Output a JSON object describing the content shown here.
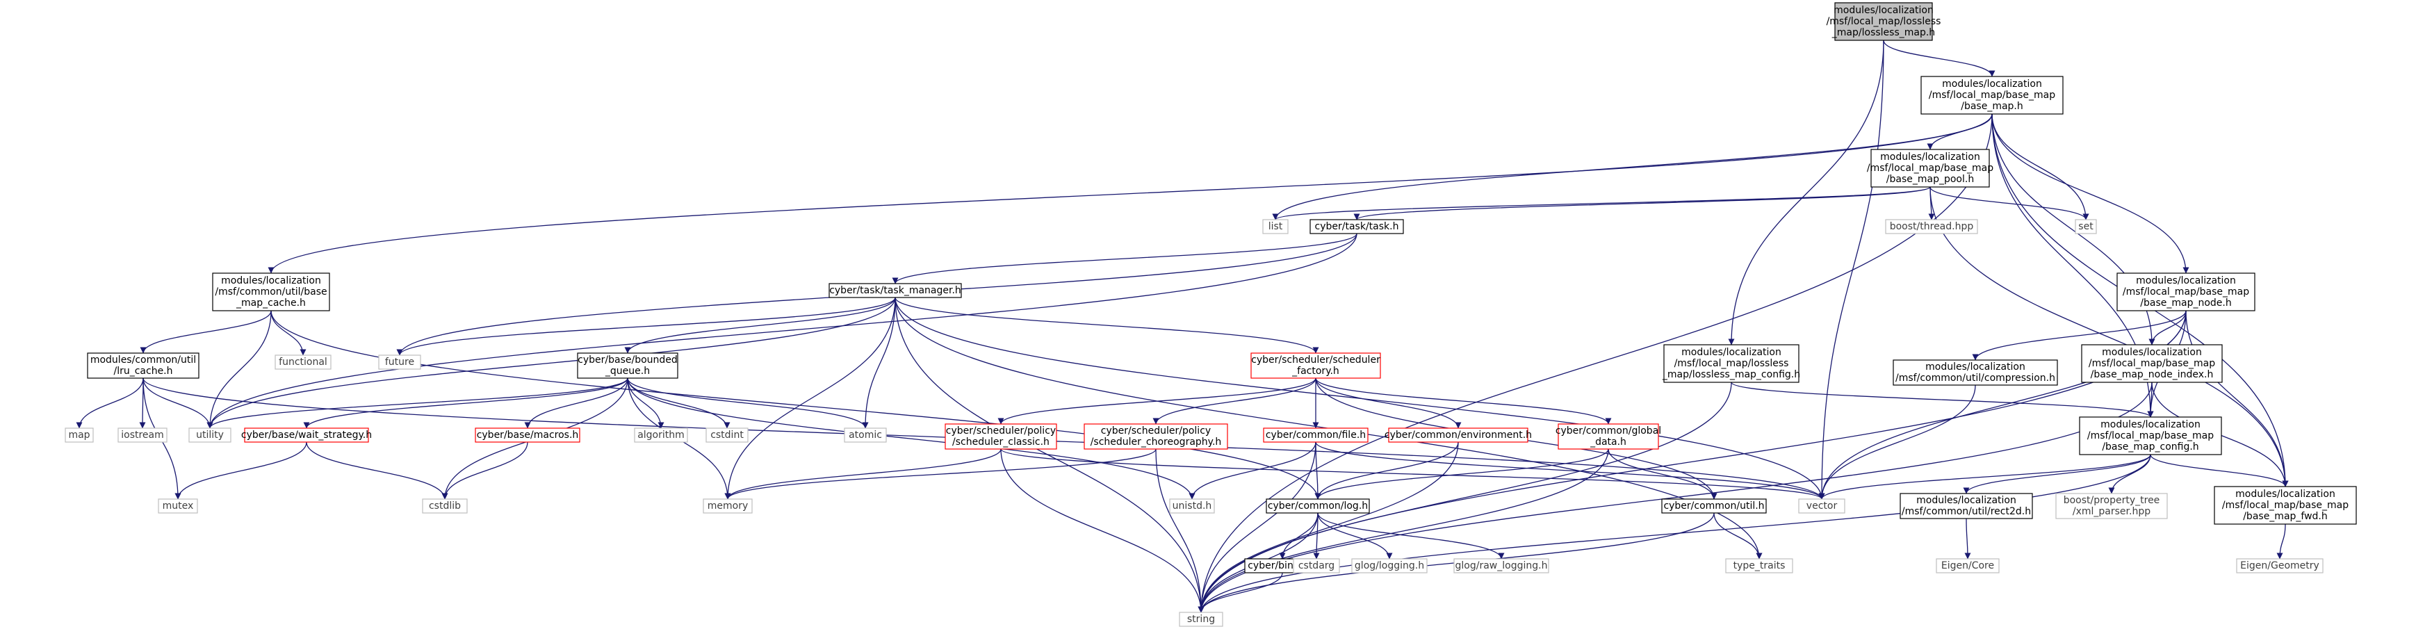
{
  "colors": {
    "edge": "#191970",
    "node_border_default": "#000000",
    "node_border_missing": "#bfbfbf",
    "node_border_truncated": "#ff0000",
    "node_fill_default": "#ffffff",
    "node_fill_root": "#bfbfbf",
    "text_default": "#000000",
    "text_missing": "#404040"
  },
  "nodes": [
    {
      "id": "root",
      "kind": "root",
      "lines": [
        "modules/localization",
        "/msf/local_map/lossless",
        "_map/lossless_map.h"
      ]
    },
    {
      "id": "base_map",
      "kind": "default",
      "lines": [
        "modules/localization",
        "/msf/local_map/base_map",
        "/base_map.h"
      ]
    },
    {
      "id": "base_map_pool",
      "kind": "default",
      "lines": [
        "modules/localization",
        "/msf/local_map/base_map",
        "/base_map_pool.h"
      ]
    },
    {
      "id": "list",
      "kind": "missing",
      "lines": [
        "list"
      ]
    },
    {
      "id": "task",
      "kind": "default",
      "lines": [
        "cyber/task/task.h"
      ]
    },
    {
      "id": "boost_thread",
      "kind": "missing",
      "lines": [
        "boost/thread.hpp"
      ]
    },
    {
      "id": "set",
      "kind": "missing",
      "lines": [
        "set"
      ]
    },
    {
      "id": "base_map_node",
      "kind": "default",
      "lines": [
        "modules/localization",
        "/msf/local_map/base_map",
        "/base_map_node.h"
      ]
    },
    {
      "id": "base_map_cache",
      "kind": "default",
      "lines": [
        "modules/localization",
        "/msf/common/util/base",
        "_map_cache.h"
      ]
    },
    {
      "id": "task_manager",
      "kind": "default",
      "lines": [
        "cyber/task/task_manager.h"
      ]
    },
    {
      "id": "lossless_config",
      "kind": "default",
      "lines": [
        "modules/localization",
        "/msf/local_map/lossless",
        "_map/lossless_map_config.h"
      ]
    },
    {
      "id": "compression",
      "kind": "default",
      "lines": [
        "modules/localization",
        "/msf/common/util/compression.h"
      ]
    },
    {
      "id": "base_map_node_index",
      "kind": "default",
      "lines": [
        "modules/localization",
        "/msf/local_map/base_map",
        "/base_map_node_index.h"
      ]
    },
    {
      "id": "lru_cache",
      "kind": "default",
      "lines": [
        "modules/common/util",
        "/lru_cache.h"
      ]
    },
    {
      "id": "functional",
      "kind": "missing",
      "lines": [
        "functional"
      ]
    },
    {
      "id": "future",
      "kind": "missing",
      "lines": [
        "future"
      ]
    },
    {
      "id": "bounded_queue",
      "kind": "default",
      "lines": [
        "cyber/base/bounded",
        "_queue.h"
      ]
    },
    {
      "id": "scheduler_factory",
      "kind": "truncated",
      "lines": [
        "cyber/scheduler/scheduler",
        "_factory.h"
      ]
    },
    {
      "id": "base_map_config",
      "kind": "default",
      "lines": [
        "modules/localization",
        "/msf/local_map/base_map",
        "/base_map_config.h"
      ]
    },
    {
      "id": "map",
      "kind": "missing",
      "lines": [
        "map"
      ]
    },
    {
      "id": "iostream",
      "kind": "missing",
      "lines": [
        "iostream"
      ]
    },
    {
      "id": "utility",
      "kind": "missing",
      "lines": [
        "utility"
      ]
    },
    {
      "id": "wait_strategy",
      "kind": "truncated",
      "lines": [
        "cyber/base/wait_strategy.h"
      ]
    },
    {
      "id": "macros",
      "kind": "truncated",
      "lines": [
        "cyber/base/macros.h"
      ]
    },
    {
      "id": "algorithm",
      "kind": "missing",
      "lines": [
        "algorithm"
      ]
    },
    {
      "id": "cstdint",
      "kind": "missing",
      "lines": [
        "cstdint"
      ]
    },
    {
      "id": "atomic",
      "kind": "missing",
      "lines": [
        "atomic"
      ]
    },
    {
      "id": "scheduler_classic",
      "kind": "truncated",
      "lines": [
        "cyber/scheduler/policy",
        "/scheduler_classic.h"
      ]
    },
    {
      "id": "scheduler_choreography",
      "kind": "truncated",
      "lines": [
        "cyber/scheduler/policy",
        "/scheduler_choreography.h"
      ]
    },
    {
      "id": "file",
      "kind": "truncated",
      "lines": [
        "cyber/common/file.h"
      ]
    },
    {
      "id": "environment",
      "kind": "truncated",
      "lines": [
        "cyber/common/environment.h"
      ]
    },
    {
      "id": "global_data",
      "kind": "truncated",
      "lines": [
        "cyber/common/global",
        "_data.h"
      ]
    },
    {
      "id": "mutex",
      "kind": "missing",
      "lines": [
        "mutex"
      ]
    },
    {
      "id": "cstdlib",
      "kind": "missing",
      "lines": [
        "cstdlib"
      ]
    },
    {
      "id": "memory",
      "kind": "missing",
      "lines": [
        "memory"
      ]
    },
    {
      "id": "unistd",
      "kind": "missing",
      "lines": [
        "unistd.h"
      ]
    },
    {
      "id": "log",
      "kind": "default",
      "lines": [
        "cyber/common/log.h"
      ]
    },
    {
      "id": "vector",
      "kind": "missing",
      "lines": [
        "vector"
      ]
    },
    {
      "id": "common_util",
      "kind": "default",
      "lines": [
        "cyber/common/util.h"
      ]
    },
    {
      "id": "rect2d",
      "kind": "default",
      "lines": [
        "modules/localization",
        "/msf/common/util/rect2d.h"
      ]
    },
    {
      "id": "boost_xml",
      "kind": "missing",
      "lines": [
        "boost/property_tree",
        "/xml_parser.hpp"
      ]
    },
    {
      "id": "base_map_fwd",
      "kind": "default",
      "lines": [
        "modules/localization",
        "/msf/local_map/base_map",
        "/base_map_fwd.h"
      ]
    },
    {
      "id": "binary",
      "kind": "default",
      "lines": [
        "cyber/binary.h"
      ]
    },
    {
      "id": "cstdarg",
      "kind": "missing",
      "lines": [
        "cstdarg"
      ]
    },
    {
      "id": "glog_logging",
      "kind": "missing",
      "lines": [
        "glog/logging.h"
      ]
    },
    {
      "id": "glog_raw",
      "kind": "missing",
      "lines": [
        "glog/raw_logging.h"
      ]
    },
    {
      "id": "type_traits",
      "kind": "missing",
      "lines": [
        "type_traits"
      ]
    },
    {
      "id": "eigen_core",
      "kind": "missing",
      "lines": [
        "Eigen/Core"
      ]
    },
    {
      "id": "eigen_geometry",
      "kind": "missing",
      "lines": [
        "Eigen/Geometry"
      ]
    },
    {
      "id": "string",
      "kind": "missing",
      "lines": [
        "string"
      ]
    }
  ],
  "edges": [
    [
      "root",
      "base_map"
    ],
    [
      "root",
      "lossless_config"
    ],
    [
      "root",
      "vector"
    ],
    [
      "base_map",
      "base_map_pool"
    ],
    [
      "base_map",
      "list"
    ],
    [
      "base_map",
      "set"
    ],
    [
      "base_map",
      "base_map_node"
    ],
    [
      "base_map",
      "base_map_cache"
    ],
    [
      "base_map",
      "base_map_node_index"
    ],
    [
      "base_map",
      "base_map_config"
    ],
    [
      "base_map",
      "base_map_fwd"
    ],
    [
      "base_map",
      "string"
    ],
    [
      "base_map_pool",
      "list"
    ],
    [
      "base_map_pool",
      "task"
    ],
    [
      "base_map_pool",
      "boost_thread"
    ],
    [
      "base_map_pool",
      "set"
    ],
    [
      "base_map_pool",
      "base_map_fwd"
    ],
    [
      "task",
      "task_manager"
    ],
    [
      "task",
      "future"
    ],
    [
      "task",
      "utility"
    ],
    [
      "base_map_cache",
      "lru_cache"
    ],
    [
      "base_map_cache",
      "functional"
    ],
    [
      "base_map_cache",
      "utility"
    ],
    [
      "base_map_cache",
      "log"
    ],
    [
      "lru_cache",
      "map"
    ],
    [
      "lru_cache",
      "iostream"
    ],
    [
      "lru_cache",
      "utility"
    ],
    [
      "lru_cache",
      "mutex"
    ],
    [
      "lru_cache",
      "vector"
    ],
    [
      "task_manager",
      "future"
    ],
    [
      "task_manager",
      "bounded_queue"
    ],
    [
      "task_manager",
      "scheduler_factory"
    ],
    [
      "task_manager",
      "atomic"
    ],
    [
      "task_manager",
      "string"
    ],
    [
      "task_manager",
      "vector"
    ],
    [
      "task_manager",
      "utility"
    ],
    [
      "task_manager",
      "memory"
    ],
    [
      "task_manager",
      "type_traits"
    ],
    [
      "bounded_queue",
      "wait_strategy"
    ],
    [
      "bounded_queue",
      "macros"
    ],
    [
      "bounded_queue",
      "algorithm"
    ],
    [
      "bounded_queue",
      "cstdint"
    ],
    [
      "bounded_queue",
      "atomic"
    ],
    [
      "bounded_queue",
      "memory"
    ],
    [
      "bounded_queue",
      "cstdlib"
    ],
    [
      "bounded_queue",
      "unistd"
    ],
    [
      "bounded_queue",
      "utility"
    ],
    [
      "wait_strategy",
      "mutex"
    ],
    [
      "wait_strategy",
      "cstdlib"
    ],
    [
      "macros",
      "cstdlib"
    ],
    [
      "scheduler_factory",
      "scheduler_classic"
    ],
    [
      "scheduler_factory",
      "scheduler_choreography"
    ],
    [
      "scheduler_factory",
      "file"
    ],
    [
      "scheduler_factory",
      "environment"
    ],
    [
      "scheduler_factory",
      "global_data"
    ],
    [
      "scheduler_factory",
      "common_util"
    ],
    [
      "scheduler_classic",
      "memory"
    ],
    [
      "scheduler_classic",
      "string"
    ],
    [
      "scheduler_classic",
      "vector"
    ],
    [
      "scheduler_choreography",
      "memory"
    ],
    [
      "scheduler_choreography",
      "string"
    ],
    [
      "file",
      "log"
    ],
    [
      "file",
      "unistd"
    ],
    [
      "file",
      "string"
    ],
    [
      "file",
      "vector"
    ],
    [
      "environment",
      "log"
    ],
    [
      "environment",
      "string"
    ],
    [
      "global_data",
      "log"
    ],
    [
      "global_data",
      "common_util"
    ],
    [
      "global_data",
      "string"
    ],
    [
      "log",
      "binary"
    ],
    [
      "log",
      "cstdarg"
    ],
    [
      "log",
      "glog_logging"
    ],
    [
      "log",
      "glog_raw"
    ],
    [
      "log",
      "string"
    ],
    [
      "binary",
      "string"
    ],
    [
      "common_util",
      "type_traits"
    ],
    [
      "common_util",
      "string"
    ],
    [
      "lossless_config",
      "base_map_config"
    ],
    [
      "lossless_config",
      "string"
    ],
    [
      "base_map_node",
      "compression"
    ],
    [
      "base_map_node",
      "base_map_node_index"
    ],
    [
      "base_map_node",
      "base_map_config"
    ],
    [
      "base_map_node",
      "base_map_fwd"
    ],
    [
      "base_map_node",
      "vector"
    ],
    [
      "base_map_node",
      "string"
    ],
    [
      "compression",
      "vector"
    ],
    [
      "base_map_node_index",
      "base_map_config"
    ],
    [
      "base_map_node_index",
      "base_map_fwd"
    ],
    [
      "base_map_node_index",
      "string"
    ],
    [
      "base_map_config",
      "rect2d"
    ],
    [
      "base_map_config",
      "boost_xml"
    ],
    [
      "base_map_config",
      "base_map_fwd"
    ],
    [
      "base_map_config",
      "vector"
    ],
    [
      "base_map_config",
      "string"
    ],
    [
      "rect2d",
      "eigen_core"
    ],
    [
      "base_map_fwd",
      "eigen_geometry"
    ]
  ]
}
